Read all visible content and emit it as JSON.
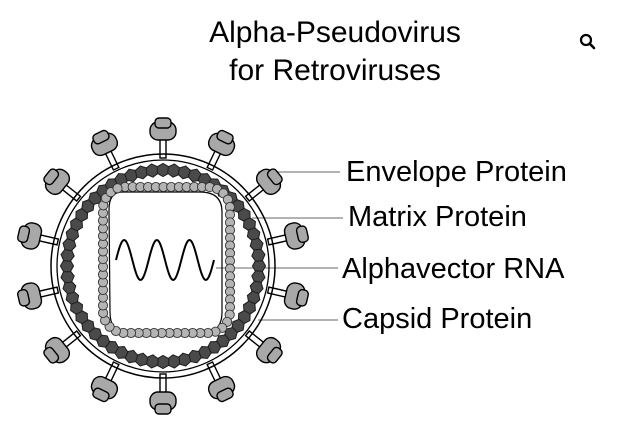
{
  "title": {
    "line1": "Alpha-Pseudovirus",
    "line2": "for Retroviruses"
  },
  "labels": {
    "envelope": "Envelope Protein",
    "matrix": "Matrix Protein",
    "rna": "Alphavector RNA",
    "capsid": "Capsid Protein"
  },
  "icons": {
    "search": "search-icon"
  },
  "colors": {
    "spike_fill": "#a8a8a8",
    "capsid_fill": "#4a4a4a",
    "matrix_fill": "#b4b4b4",
    "outline": "#000000",
    "leader_line": "#9a9a9a"
  }
}
